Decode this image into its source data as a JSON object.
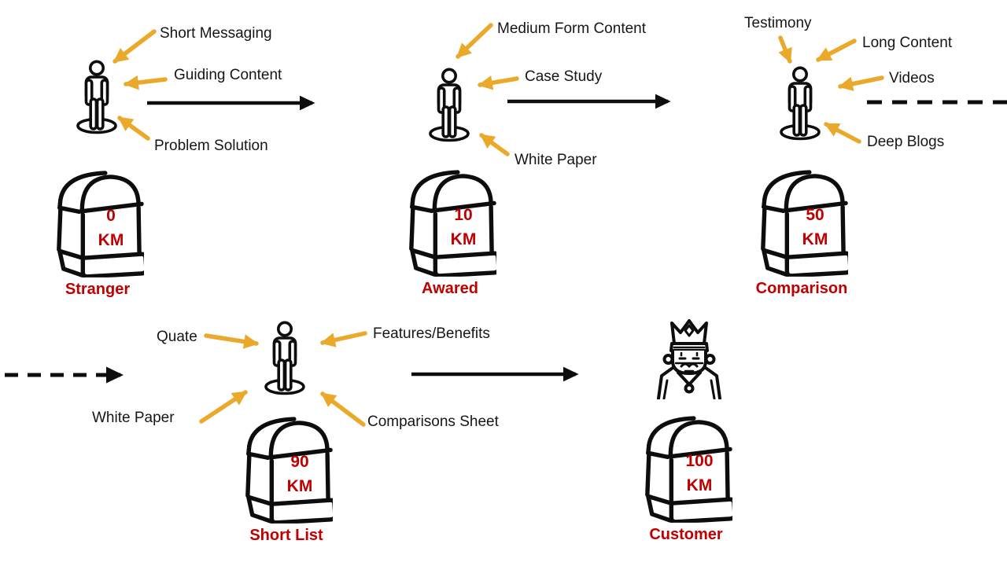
{
  "diagram_title": "customer-journey-milestones",
  "colors": {
    "arrow_gold": "#EBA92B",
    "milestone_red": "#C00000",
    "ink_black": "#0D0D0D"
  },
  "stages": [
    {
      "km": "0",
      "unit": "KM",
      "label": "Stranger",
      "tags": [
        "Short Messaging",
        "Guiding Content",
        "Problem Solution"
      ]
    },
    {
      "km": "10",
      "unit": "KM",
      "label": "Awared",
      "tags": [
        "Medium Form Content",
        "Case Study",
        "White Paper"
      ]
    },
    {
      "km": "50",
      "unit": "KM",
      "label": "Comparison",
      "tags": [
        "Testimony",
        "Long Content",
        "Videos",
        "Deep Blogs"
      ]
    },
    {
      "km": "90",
      "unit": "KM",
      "label": "Short List",
      "tags": [
        "Quate",
        "Features/Benefits",
        "White Paper",
        "Comparisons Sheet"
      ]
    },
    {
      "km": "100",
      "unit": "KM",
      "label": "Customer",
      "tags": []
    }
  ]
}
